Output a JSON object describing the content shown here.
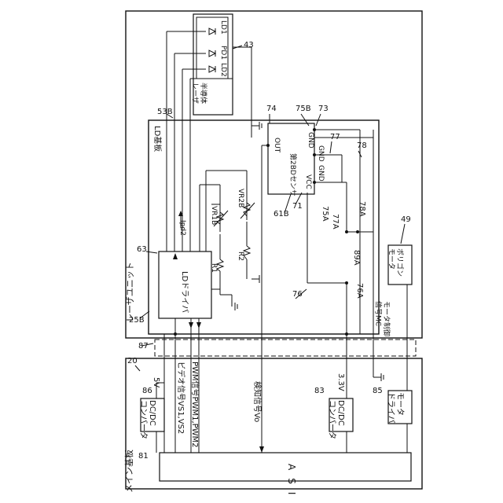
{
  "rotated_labels": {
    "main_board": "メイン基板",
    "asic": "ASIC",
    "dcdc_86": "DC/DC\nコンバータ",
    "dcdc_83": "DC/DC\nコンバータ",
    "motor_driver": "モータ\nドライバ",
    "video_signal": "ビデオ信号VS1,VS2",
    "pwm_signal": "PWM信号PWM1,PWM2",
    "detect_signal": "検知信号Vo",
    "v5": "5V",
    "v33": "3.3V",
    "laser_unit": "レーザユニット",
    "ld_board": "LD基板",
    "ld_driver": "LDドライバ",
    "sensor": "第2BDセンサ",
    "polygon_motor": "ポリゴン\nモータ",
    "motor_control": "モータ制御\n信号MC",
    "semiconductor_laser": "半導体\nレーザ",
    "ipd2": "Ipd2",
    "out": "OUT",
    "vcc": "VCC",
    "gnd1": "GND",
    "gnd2": "GND",
    "gnd3": "GND",
    "ld1": "LD1",
    "ld2": "LD2",
    "pd1": "PD1",
    "vr1b": "VR1B",
    "vr2b": "VR2B",
    "r1": "R1",
    "r2": "R2"
  },
  "ref_numbers": {
    "n20": "20",
    "n81": "81",
    "n86": "86",
    "n83": "83",
    "n85": "85",
    "n87": "87",
    "n25b": "25B",
    "n53b": "53B",
    "n63": "63",
    "n43": "43",
    "n74": "74",
    "n75b": "75B",
    "n73": "73",
    "n77": "77",
    "n78": "78",
    "n61b": "61B",
    "n71": "71",
    "n75a": "75A",
    "n77a": "77A",
    "n78a": "78A",
    "n89a": "89A",
    "n76": "76",
    "n76a": "76A",
    "n49": "49"
  }
}
